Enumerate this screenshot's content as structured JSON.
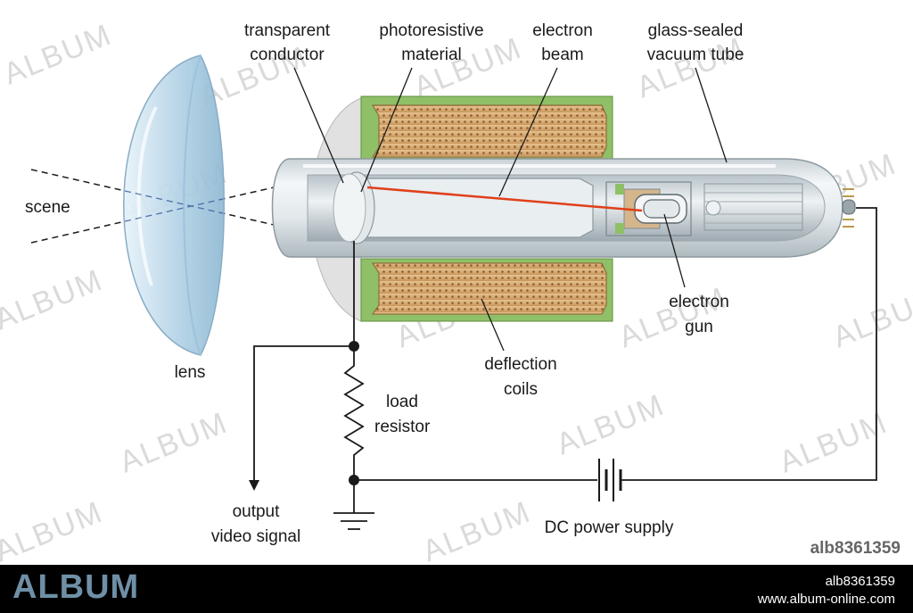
{
  "labels": {
    "transparent_conductor_1": "transparent",
    "transparent_conductor_2": "conductor",
    "photoresistive_1": "photoresistive",
    "photoresistive_2": "material",
    "electron_beam_1": "electron",
    "electron_beam_2": "beam",
    "vacuum_tube_1": "glass-sealed",
    "vacuum_tube_2": "vacuum tube",
    "scene": "scene",
    "lens": "lens",
    "electron_gun_1": "electron",
    "electron_gun_2": "gun",
    "deflection_coils_1": "deflection",
    "deflection_coils_2": "coils",
    "load_resistor_1": "load",
    "load_resistor_2": "resistor",
    "output_1": "output",
    "output_2": "video signal",
    "dc_power": "DC power supply"
  },
  "watermark": {
    "text": "ALBUM"
  },
  "footer": {
    "brand": "ALBUM",
    "image_id": "alb8361359",
    "ref": "alb8361359",
    "site": "www.album-online.com"
  },
  "colors": {
    "beam": "#e0401a",
    "coil": "#d9b07a",
    "coil_frame": "#7fb35a",
    "glass": "#dfe6ea",
    "lens": "#bcd8ea",
    "footer_brand": "#6f8fa6"
  }
}
